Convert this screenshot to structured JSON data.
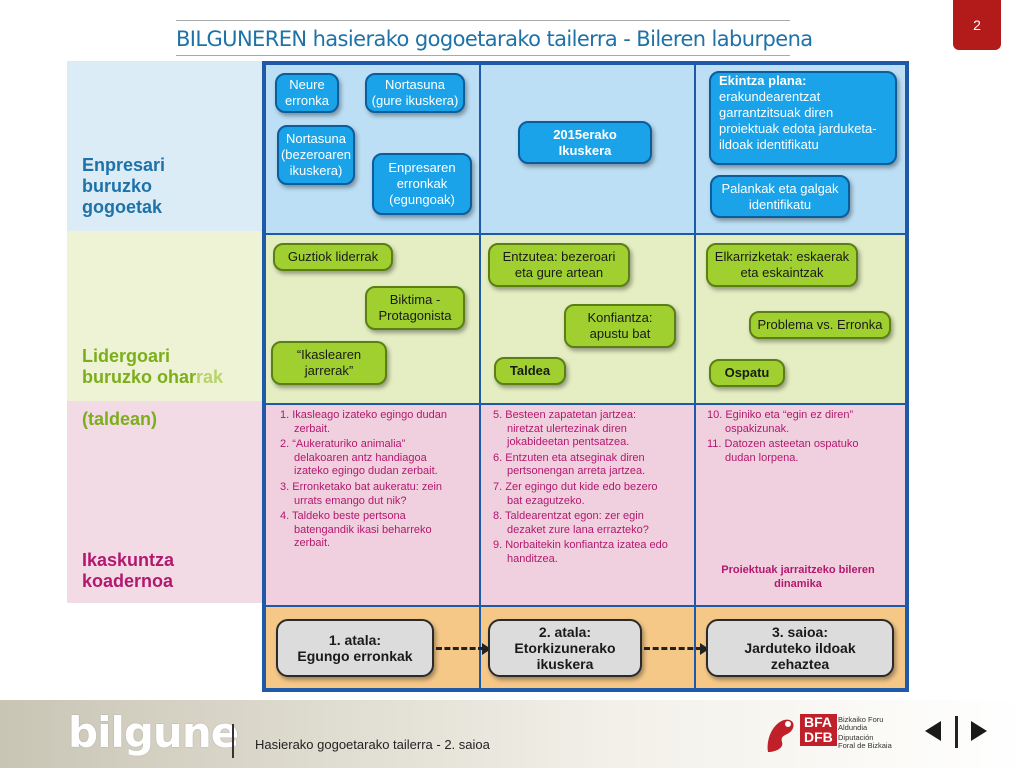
{
  "title": "BILGUNEREN hasierako gogoetarako tailerra - Bileren laburpena",
  "page_number": "2",
  "rows": {
    "row1": "Enpresari\nburuzko\ngogoetak",
    "row2a": "Lidergoari\nburuzko ohar",
    "row2b": "rak",
    "row2c": "(taldean)",
    "row3": "Ikaskuntza\nkoadernoa"
  },
  "blue_bubbles": {
    "b1": "Neure\nerronka",
    "b2": "Nortasuna\n(gure ikuskera)",
    "b3": "Nortasuna\n(bezeroaren\nikuskera)",
    "b4": "Enpresaren\nerronkak\n(egungoak)",
    "b5": "2015erako\nIkuskera",
    "b6_title": "Ekintza plana:",
    "b6_body": "erakundearentzat\ngarrantzitsuak diren\nproiektuak edota jarduketa-\nildoak identifikatu",
    "b7": "Palankak eta galgak\nidentifikatu"
  },
  "green_bubbles": {
    "g1": "Guztiok liderrak",
    "g2": "Biktima -\nProtagonista",
    "g3": "“Ikaslearen\njarrerak”",
    "g4": "Entzutea: bezeroari\neta gure artean",
    "g5": "Konfiantza:\napustu bat",
    "g6": "Taldea",
    "g7": "Elkarrizketak: eskaerak\neta eskaintzak",
    "g8": "Problema vs. Erronka",
    "g9": "Ospatu"
  },
  "notes": {
    "col1": [
      "1. Ikasleago izateko egingo dudan zerbait.",
      "2. “Aukeraturiko animalia” delakoaren antz handiagoa izateko egingo dudan zerbait.",
      "3. Erronketako bat aukeratu: zein urrats emango dut nik?",
      "4. Taldeko beste pertsona batengandik ikasi beharreko zerbait."
    ],
    "col2": [
      "5. Besteen zapatetan jartzea: niretzat ulertezinak diren jokabideetan pentsatzea.",
      "6. Entzuten eta atseginak diren pertsonengan arreta jartzea.",
      "7. Zer egingo dut kide edo bezero bat ezagutzeko.",
      "8. Taldearentzat egon: zer egin dezaket zure lana errazteko?",
      "9. Norbaitekin konfiantza izatea edo handitzea."
    ],
    "col3": [
      "10. Eginiko eta “egin ez diren” ospakizunak.",
      "11. Datozen asteetan ospatuko dudan lorpena."
    ],
    "col3_footer": "Proiektuak jarraitzeko bileren\ndinamika"
  },
  "steps": {
    "s1": "1. atala:\nEgungo erronkak",
    "s2": "2. atala:\nEtorkizunerako\nikuskera",
    "s3": "3. saioa:\nJarduteko ildoak\nzehaztea"
  },
  "footer": {
    "logo": "bilgune",
    "text": "Hasierako gogoetarako tailerra - 2. saioa",
    "bfa": "BFA\nDFB",
    "bfa_small1": "Bizkaiko Foru\nAldundia",
    "bfa_small2": "Diputación\nForal de Bizkaia"
  },
  "colors": {
    "accent": "#1e72a8",
    "grid_border": "#1e5aa8",
    "row1_bg": "#dcecf7",
    "row2_bg": "#eef3d6",
    "row3_bg": "#f3dbe6",
    "row4_bg": "#f5c888",
    "blue_bubble": "#1aa3e8",
    "green_bubble": "#9fd02f",
    "note_text": "#b3186e",
    "badge": "#b31b1b"
  }
}
